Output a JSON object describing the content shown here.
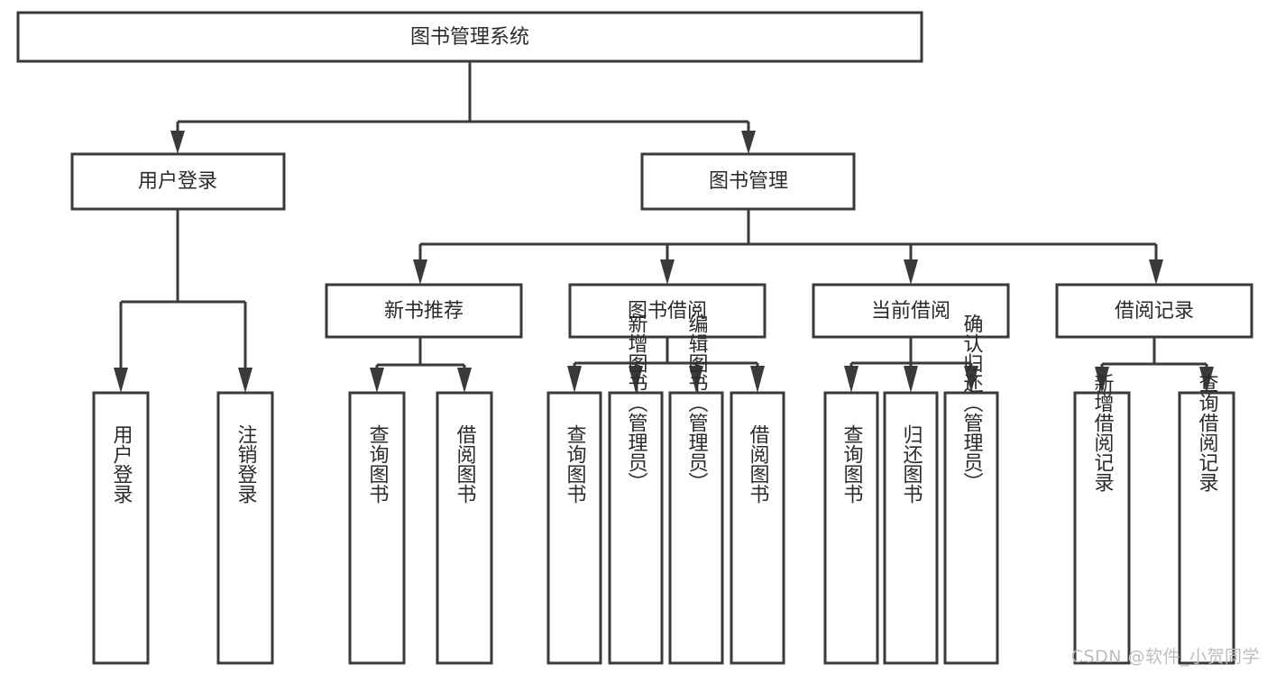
{
  "diagram": {
    "type": "tree-hierarchy",
    "title": "图书管理系统",
    "orientation": "top-down",
    "colors": {
      "box_stroke": "#3a3a3a",
      "box_fill": "#ffffff",
      "text": "#2b2b2b",
      "background": "#ffffff",
      "watermark": "#bdbdbd"
    },
    "levels": {
      "root": {
        "label": "图书管理系统"
      },
      "level2": [
        {
          "id": "user-login",
          "label": "用户登录"
        },
        {
          "id": "book-management",
          "label": "图书管理"
        }
      ],
      "level3": [
        {
          "id": "new-book-recommend",
          "label": "新书推荐",
          "parent": "book-management"
        },
        {
          "id": "book-borrow",
          "label": "图书借阅",
          "parent": "book-management"
        },
        {
          "id": "current-borrow",
          "label": "当前借阅",
          "parent": "book-management"
        },
        {
          "id": "borrow-record",
          "label": "借阅记录",
          "parent": "book-management"
        }
      ],
      "leaves": [
        {
          "id": "leaf-user-login",
          "label": "用户登录",
          "parent": "user-login"
        },
        {
          "id": "leaf-user-logout",
          "label": "注销登录",
          "parent": "user-login"
        },
        {
          "id": "leaf-query-book-1",
          "label": "查询图书",
          "parent": "new-book-recommend"
        },
        {
          "id": "leaf-borrow-book-1",
          "label": "借阅图书",
          "parent": "new-book-recommend"
        },
        {
          "id": "leaf-query-book-2",
          "label": "查询图书",
          "parent": "book-borrow"
        },
        {
          "id": "leaf-add-book",
          "label": "新增图书（管理员）",
          "parent": "book-borrow"
        },
        {
          "id": "leaf-edit-book",
          "label": "编辑图书（管理员）",
          "parent": "book-borrow"
        },
        {
          "id": "leaf-borrow-book-2",
          "label": "借阅图书",
          "parent": "book-borrow"
        },
        {
          "id": "leaf-query-book-3",
          "label": "查询图书",
          "parent": "current-borrow"
        },
        {
          "id": "leaf-return-book",
          "label": "归还图书",
          "parent": "current-borrow"
        },
        {
          "id": "leaf-confirm-return",
          "label": "确认归还（管理员）",
          "parent": "current-borrow"
        },
        {
          "id": "leaf-add-record",
          "label": "新增借阅记录",
          "parent": "borrow-record"
        },
        {
          "id": "leaf-query-record",
          "label": "查询借阅记录",
          "parent": "borrow-record"
        }
      ]
    }
  },
  "watermark": {
    "text": "CSDN @软件_小贺同学"
  }
}
